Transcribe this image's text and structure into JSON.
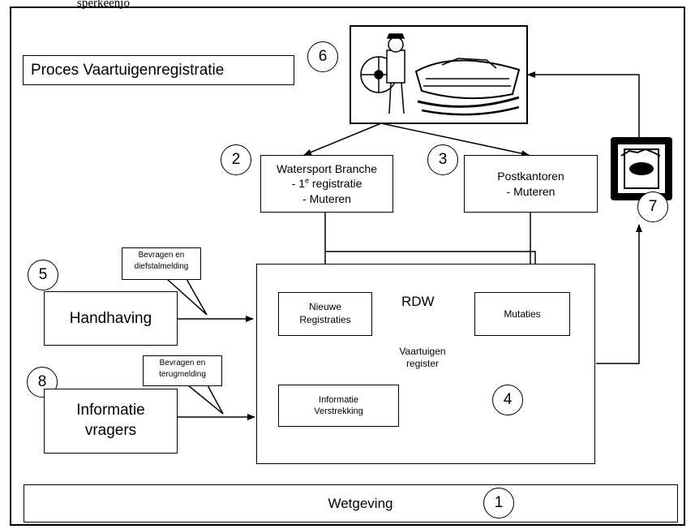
{
  "top_fragment": "sperkeenjo",
  "title": "Proces Vaartuigenregistratie",
  "watersport": {
    "number": "2",
    "name": "Watersport Branche",
    "line2_prefix": "- 1",
    "line2_sup": "e",
    "line2_suffix": " registratie",
    "line3": "- Muteren"
  },
  "postkantoren": {
    "number": "3",
    "name": "Postkantoren",
    "line2": "- Muteren"
  },
  "rdw": {
    "number": "4",
    "label": "RDW",
    "nieuwe_registraties": "Nieuwe\nRegistraties",
    "mutaties": "Mutaties",
    "vaartuigen_register": "Vaartuigen\nregister",
    "informatie_verstrekking": "Informatie\nVerstrekking"
  },
  "handhaving": {
    "number": "5",
    "label": "Handhaving",
    "callout": "Bevragen en\ndiefstalmelding"
  },
  "illustration": {
    "number": "6"
  },
  "card": {
    "number": "7"
  },
  "informatie_vragers": {
    "number": "8",
    "label": "Informatie\nvragers",
    "callout": "Bevragen en\nterugmelding"
  },
  "wetgeving": {
    "number": "1",
    "label": "Wetgeving"
  }
}
